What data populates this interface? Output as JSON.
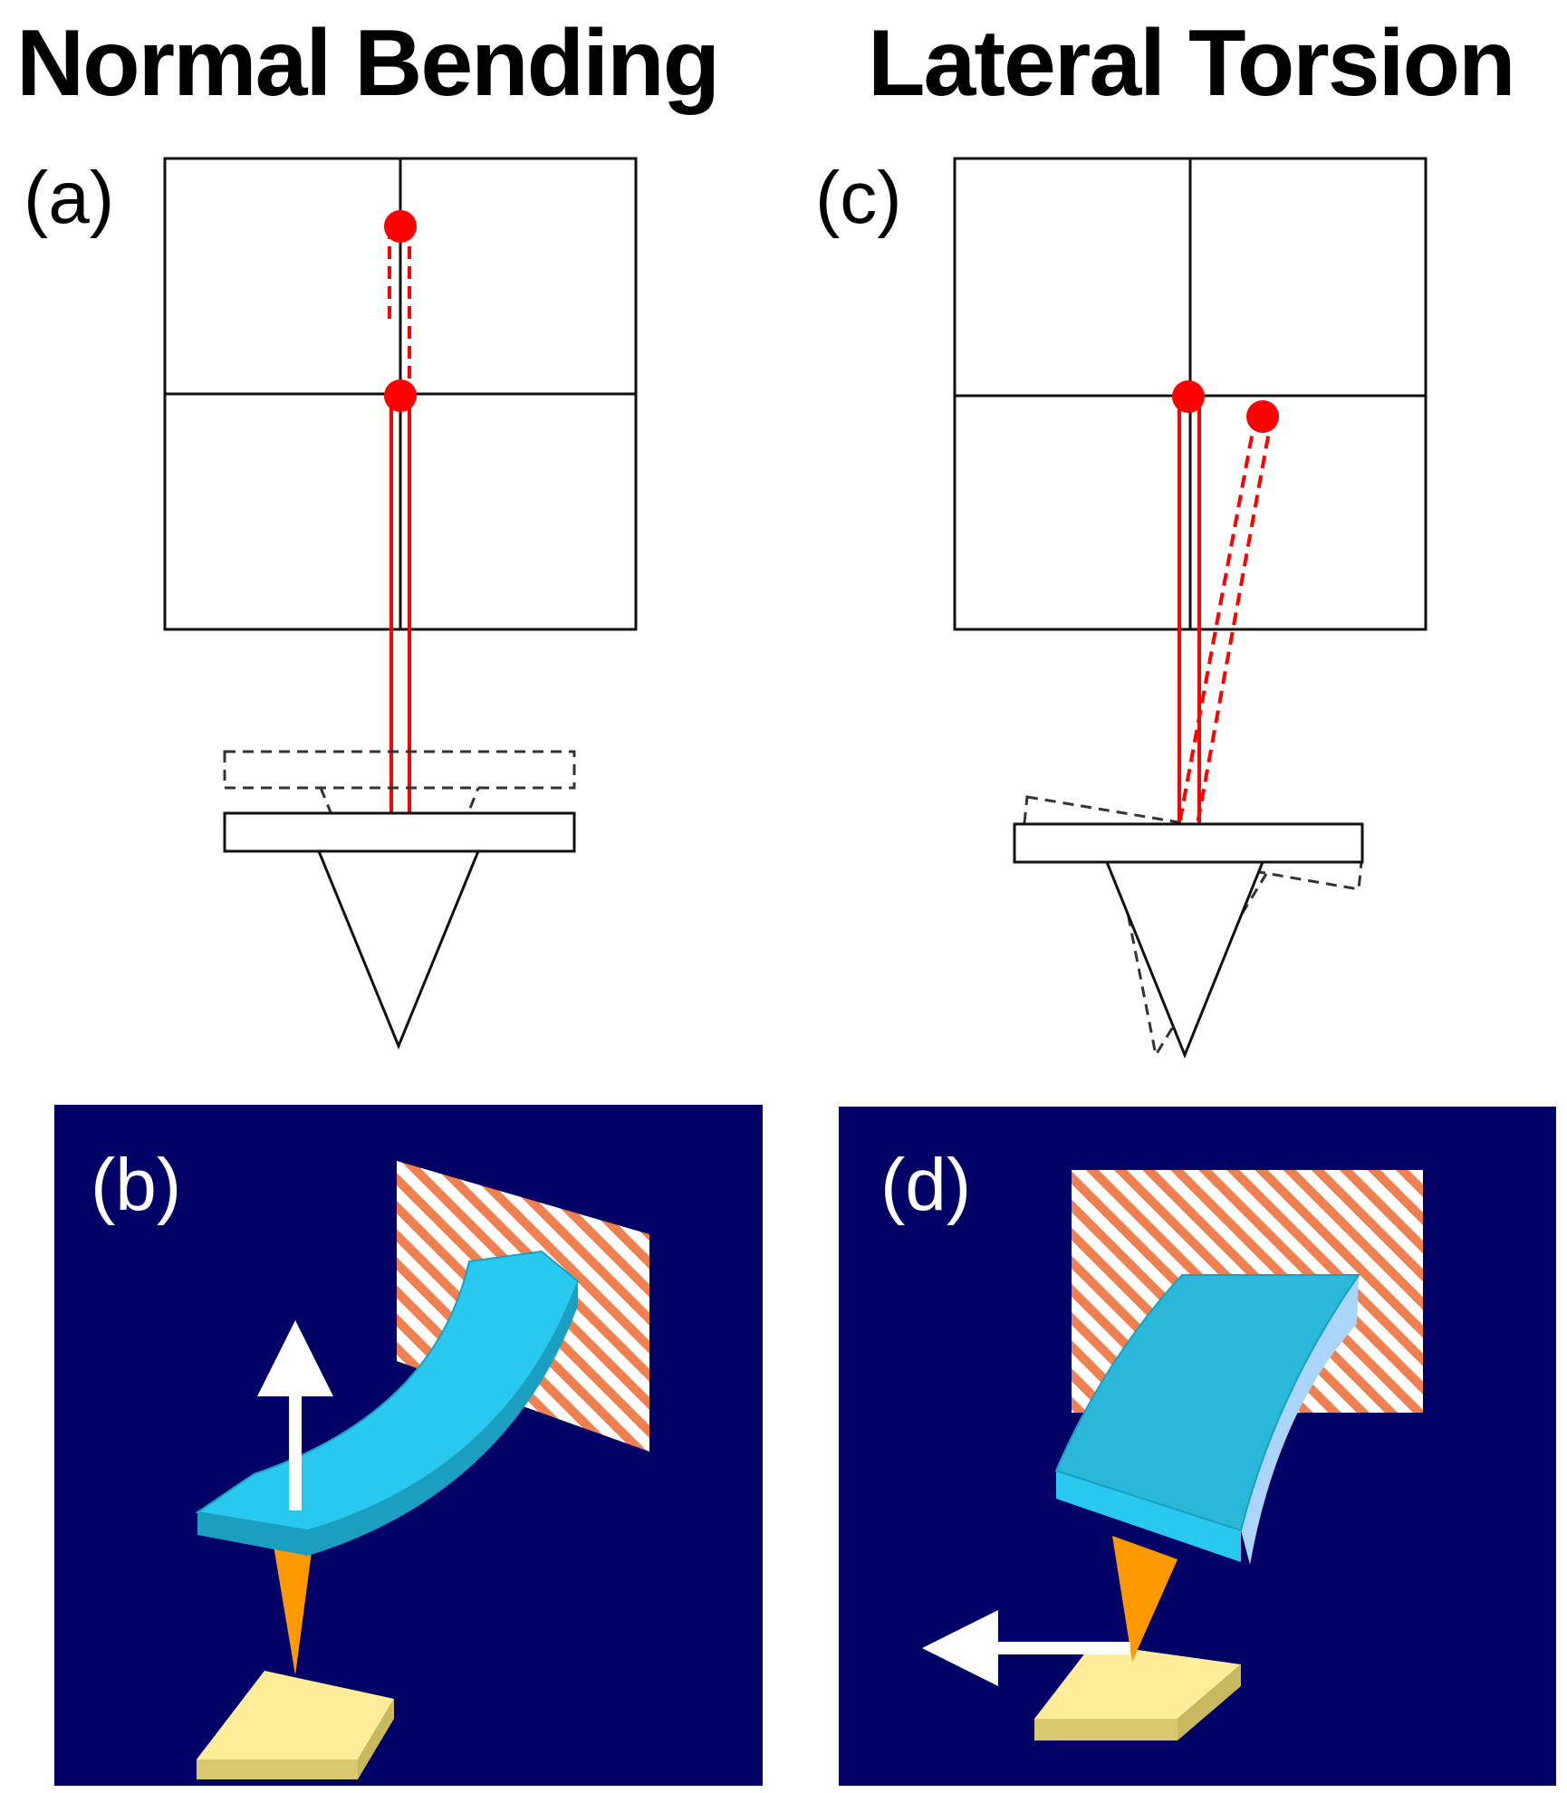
{
  "titles": {
    "left": "Normal Bending",
    "right": "Lateral Torsion"
  },
  "panels": [
    {
      "id": "a",
      "label": "(a)"
    },
    {
      "id": "b",
      "label": "(b)"
    },
    {
      "id": "c",
      "label": "(c)"
    },
    {
      "id": "d",
      "label": "(d)"
    }
  ],
  "colors": {
    "laser": "#ff0000",
    "panel_background": "#000066",
    "cantilever": "#29c8ee",
    "cantilever_shadow": "#1a9fc0",
    "tip": "#ff9900",
    "sample": "#ffee99",
    "hatch": "#f08050",
    "arrow": "#ffffff"
  }
}
